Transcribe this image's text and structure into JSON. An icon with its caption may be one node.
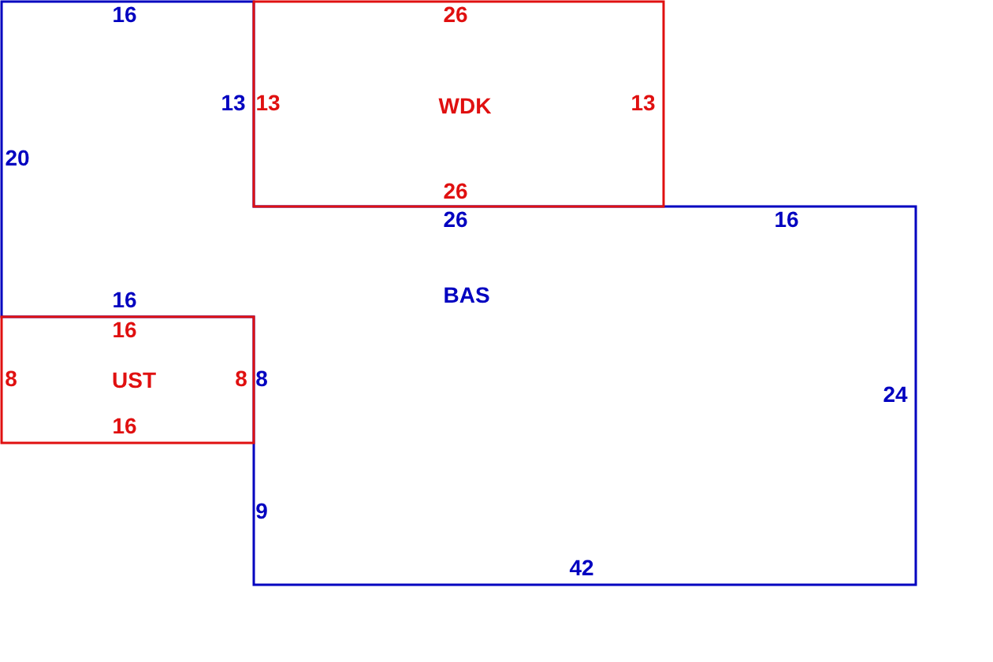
{
  "diagram": {
    "nodes": [
      {
        "text": [
          "BAS"
        ]
      },
      {
        "text": [
          "WDK"
        ]
      },
      {
        "text": [
          "UST"
        ]
      }
    ],
    "labels": [
      "16",
      "26",
      "13",
      "13",
      "13",
      "20",
      "26",
      "26",
      "16",
      "16",
      "16",
      "8",
      "8",
      "8",
      "24",
      "16",
      "9",
      "42"
    ]
  }
}
